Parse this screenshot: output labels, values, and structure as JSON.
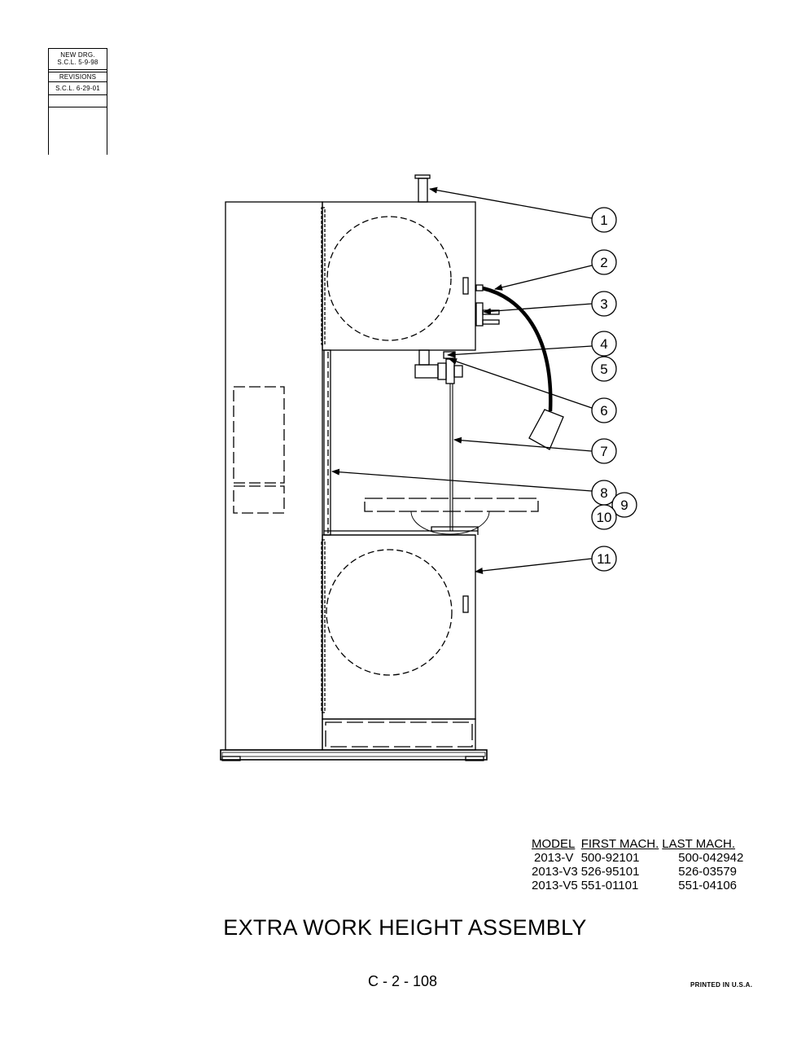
{
  "revision_block": {
    "new_drg_label": "NEW DRG.",
    "new_drg_entry": "S.C.L.  5-9-98",
    "revisions_label": "REVISIONS",
    "revision_entry": "S.C.L.  6-29-01"
  },
  "callouts": [
    "1",
    "2",
    "3",
    "4",
    "5",
    "6",
    "7",
    "8",
    "9",
    "10",
    "11"
  ],
  "model_table": {
    "headers": [
      "MODEL",
      "FIRST MACH.",
      "LAST MACH."
    ],
    "rows": [
      [
        "2013-V",
        "500-92101",
        "500-042942"
      ],
      [
        "2013-V3",
        "526-95101",
        "526-03579"
      ],
      [
        "2013-V5",
        "551-01101",
        "551-04106"
      ]
    ]
  },
  "title": "EXTRA WORK HEIGHT ASSEMBLY",
  "page_number": "C - 2 - 108",
  "printed": "PRINTED IN U.S.A."
}
